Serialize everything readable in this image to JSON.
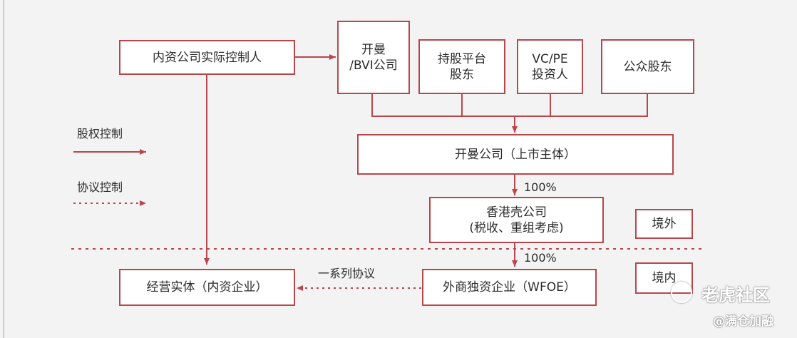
{
  "boxes": {
    "domestic_controller": "内资公司实际控制人",
    "cayman_bvi_line1": "开曼",
    "cayman_bvi_line2": "/BVI公司",
    "holding_platform_line1": "持股平台",
    "holding_platform_line2": "股东",
    "vcpe_line1": "VC/PE",
    "vcpe_line2": "投资人",
    "public_shareholders": "公众股东",
    "cayman_listed": "开曼公司（上市主体）",
    "hk_shell_line1": "香港壳公司",
    "hk_shell_line2": "(税收、重组考虑)",
    "offshore": "境外",
    "onshore": "境内",
    "operating_entity": "经营实体（内资企业）",
    "wfoe": "外商独资企业（WFOE）"
  },
  "legend": {
    "equity_control": "股权控制",
    "agreement_control": "协议控制"
  },
  "edge_labels": {
    "pct_1": "100%",
    "pct_2": "100%",
    "agreements": "一系列协议"
  },
  "watermark": {
    "brand": "老虎社区",
    "handle": "@满仓加融"
  },
  "colors": {
    "line": "#b8474d",
    "box_border": "#b8474d",
    "text": "#2b2b2b",
    "background": "#f3f3f3"
  }
}
